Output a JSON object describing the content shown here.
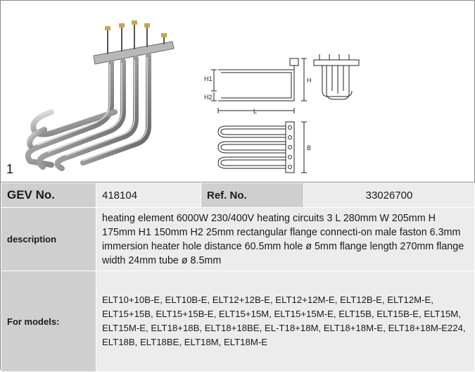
{
  "figure": {
    "number": "1"
  },
  "drawing_labels": {
    "h1": "H1",
    "h2": "H2",
    "h": "H",
    "l": "L",
    "b": "B"
  },
  "table": {
    "gev_label": "GEV No.",
    "gev_value": "418104",
    "ref_label": "Ref. No.",
    "ref_value": "33026700",
    "description_label": "description",
    "description_value": "heating element  6000W 230/400V heating circuits 3 L 280mm W 205mm H 175mm H1 150mm H2 25mm rectangular flange connecti-on male faston 6.3mm immersion heater hole distance 60.5mm hole ø 5mm flange length 270mm flange width 24mm tube ø 8.5mm",
    "models_label": "For models:",
    "models_value": "ELT10+10B-E, ELT10B-E, ELT12+12B-E, ELT12+12M-E, ELT12B-E, ELT12M-E, ELT15+15B, ELT15+15B-E, ELT15+15M, ELT15+15M-E, ELT15B, ELT15B-E, ELT15M, ELT15M-E, ELT18+18B, ELT18+18BE, EL-T18+18M, ELT18+18M-E, ELT18+18M-E224, ELT18B, ELT18BE, ELT18M, ELT18M-E"
  }
}
